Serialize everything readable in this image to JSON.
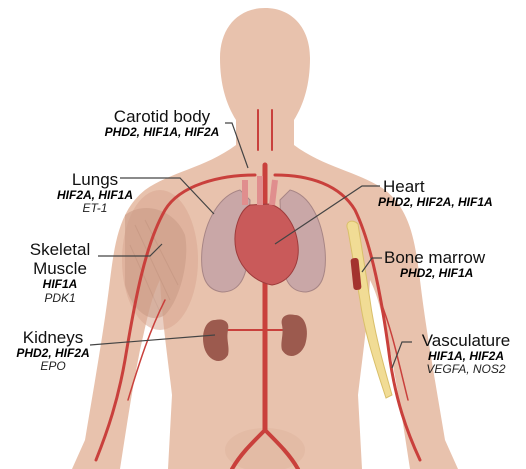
{
  "labels": {
    "carotid": {
      "organ": "Carotid body",
      "genes": "PHD2, HIF1A, HIF2A",
      "targets": ""
    },
    "lungs": {
      "organ": "Lungs",
      "genes": "HIF2A, HIF1A",
      "targets": "ET-1"
    },
    "skeletal": {
      "organ": "Skeletal",
      "organ2": "Muscle",
      "genes": "HIF1A",
      "targets": "PDK1"
    },
    "kidneys": {
      "organ": "Kidneys",
      "genes": "PHD2, HIF2A",
      "targets": "EPO"
    },
    "heart": {
      "organ": "Heart",
      "genes": "PHD2, HIF2A, HIF1A",
      "targets": ""
    },
    "bone_marrow": {
      "organ": "Bone marrow",
      "genes": "PHD2, HIF1A",
      "targets": ""
    },
    "vasculature": {
      "organ": "Vasculature",
      "genes": "HIF1A, HIF2A",
      "targets": "VEGFA, NOS2"
    }
  },
  "colors": {
    "skin": "#e8c2ad",
    "skin_dark": "#d9a892",
    "artery": "#c9403c",
    "lung": "#c9a7a7",
    "heart": "#c95a5a",
    "kidney": "#9c5a4e",
    "bone": "#f1dc95",
    "line": "#444444"
  }
}
